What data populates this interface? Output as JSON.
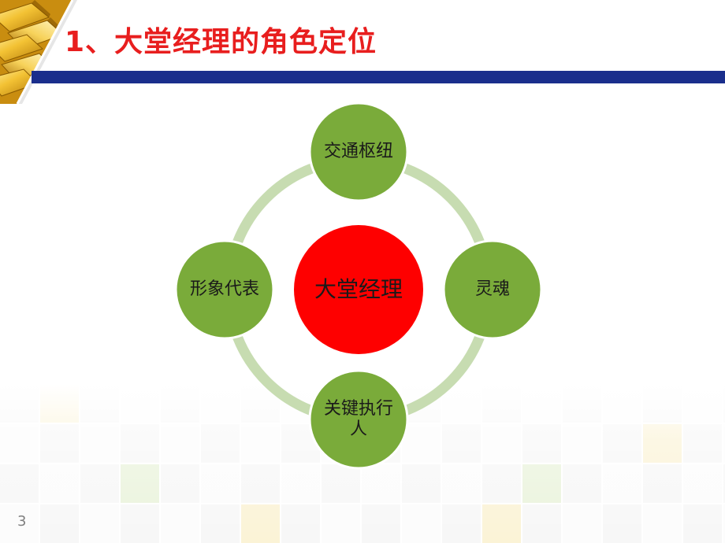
{
  "slide": {
    "title": "1、大堂经理的角色定位",
    "page_number": "3"
  },
  "diagram": {
    "center": {
      "label": "大堂经理"
    },
    "nodes": [
      {
        "id": "top",
        "label": "交通枢纽"
      },
      {
        "id": "right",
        "label": "灵魂"
      },
      {
        "id": "bottom",
        "label": "关键执行人"
      },
      {
        "id": "left",
        "label": "形象代表"
      }
    ]
  },
  "colors": {
    "title_red": "#e81e1e",
    "title_bar_blue": "#1a2e8c",
    "node_green": "#7aab3a",
    "ring_green": "#c7dcb1",
    "center_red": "#fe0000"
  },
  "icons": {
    "corner_logo": "gold-bars-icon"
  }
}
